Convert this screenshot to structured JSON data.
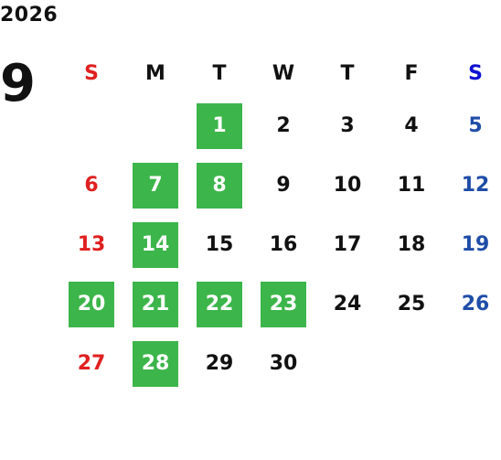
{
  "calendar": {
    "year": "2026",
    "month": "9",
    "weekdays": [
      "S",
      "M",
      "T",
      "W",
      "T",
      "F",
      "S"
    ],
    "weeks": [
      [
        "",
        "",
        "1",
        "2",
        "3",
        "4",
        "5"
      ],
      [
        "6",
        "7",
        "8",
        "9",
        "10",
        "11",
        "12"
      ],
      [
        "13",
        "14",
        "15",
        "16",
        "17",
        "18",
        "19"
      ],
      [
        "20",
        "21",
        "22",
        "23",
        "24",
        "25",
        "26"
      ],
      [
        "27",
        "28",
        "29",
        "30",
        "",
        "",
        ""
      ]
    ],
    "highlighted_days": [
      "1",
      "7",
      "8",
      "14",
      "20",
      "21",
      "22",
      "23",
      "28"
    ],
    "colors": {
      "sunday": "#e02020",
      "saturday": "#1f4da8",
      "saturday_header": "#1010d0",
      "weekday": "#111111",
      "highlight_bg": "#3cb54a",
      "highlight_text": "#ffffff"
    }
  }
}
